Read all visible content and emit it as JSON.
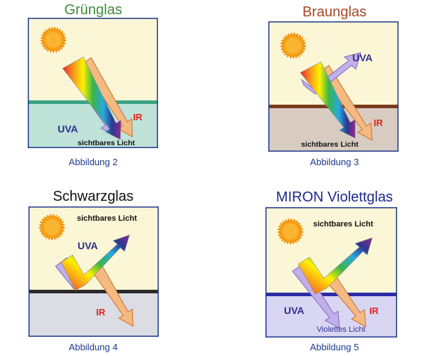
{
  "panels": [
    {
      "title": "Grünglas",
      "title_color": "#3f8a3a",
      "caption": "Abbildung 2",
      "labels": {
        "uva": "UVA",
        "ir": "IR",
        "visible": "sichtbares Licht"
      },
      "colors": {
        "sky": "#fbf7d6",
        "glass": "#bfe3d8",
        "line": "#3aa383"
      }
    },
    {
      "title": "Braunglas",
      "title_color": "#a6492a",
      "caption": "Abbildung 3",
      "labels": {
        "uva": "UVA",
        "ir": "IR",
        "visible": "sichtbares Licht"
      },
      "colors": {
        "sky": "#fbf7d6",
        "glass": "#d8ccc2",
        "line": "#7a3b1b"
      }
    },
    {
      "title": "Schwarzglas",
      "title_color": "#111111",
      "caption": "Abbildung 4",
      "labels": {
        "uva": "UVA",
        "ir": "IR",
        "visible": "sichtbares Licht"
      },
      "colors": {
        "sky": "#fbf7d6",
        "glass": "#dcdde4",
        "line": "#2a2a2a"
      }
    },
    {
      "title": "MIRON Violettglas",
      "title_color": "#1c2a8e",
      "caption": "Abbildung 5",
      "labels": {
        "uva": "UVA",
        "ir": "IR",
        "visible": "sichtbares Licht",
        "violet": "Violettes Licht"
      },
      "colors": {
        "sky": "#fbf7d6",
        "glass": "#d9d6f4",
        "line": "#2b2ba8"
      }
    }
  ],
  "colors": {
    "uva_arrow": "#c2aeea",
    "ir_arrow": "#f5b982",
    "uva_text": "#2e2f8f",
    "ir_text": "#e2231a",
    "sun": "#f7a21b",
    "frame": "#1f3a8c"
  }
}
